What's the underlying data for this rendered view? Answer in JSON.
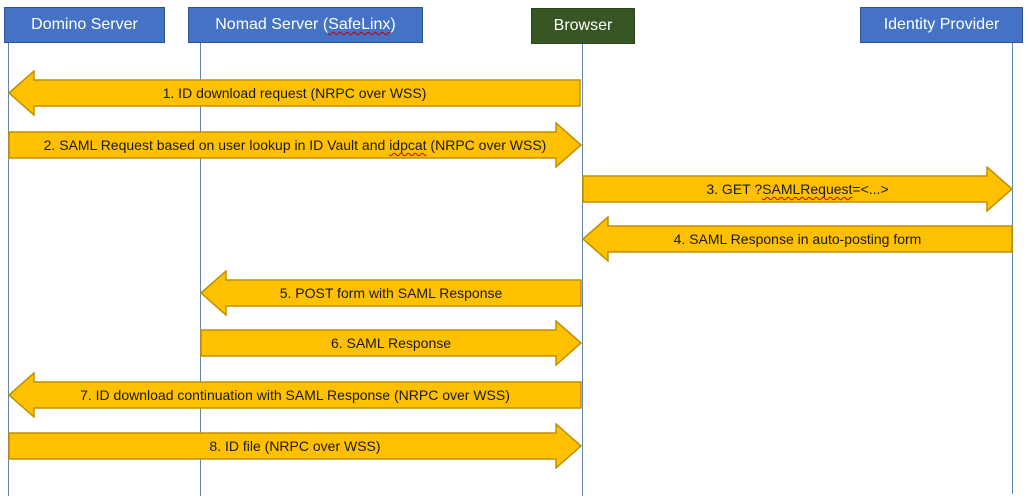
{
  "diagram": {
    "type": "sequence-diagram",
    "actors": [
      {
        "name": "Domino Server"
      },
      {
        "name_prefix": "Nomad Server (",
        "misspelled": "SafeLinx",
        "name_suffix": ")"
      },
      {
        "name": "Browser"
      },
      {
        "name": "Identity Provider"
      }
    ],
    "messages": [
      {
        "label": "1. ID download request (NRPC over WSS)",
        "from": "Browser",
        "to": "Domino Server",
        "direction": "left"
      },
      {
        "label_prefix": "2. SAML Request based on user lookup in ID Vault and ",
        "misspelled": "idpcat",
        "label_suffix": " (NRPC over WSS)",
        "from": "Domino Server",
        "to": "Browser",
        "direction": "right"
      },
      {
        "label_prefix": "3. GET ?",
        "misspelled": "SAMLRequest",
        "label_suffix": "=<...>",
        "from": "Browser",
        "to": "Identity Provider",
        "direction": "right"
      },
      {
        "label": "4. SAML Response in auto-posting form",
        "from": "Identity Provider",
        "to": "Browser",
        "direction": "left"
      },
      {
        "label": "5. POST form with SAML Response",
        "from": "Browser",
        "to": "Nomad Server (SafeLinx)",
        "direction": "left"
      },
      {
        "label": "6. SAML Response",
        "from": "Nomad Server (SafeLinx)",
        "to": "Browser",
        "direction": "right"
      },
      {
        "label": "7. ID download continuation with SAML Response (NRPC over WSS)",
        "from": "Browser",
        "to": "Domino Server",
        "direction": "left"
      },
      {
        "label": "8. ID file (NRPC over WSS)",
        "from": "Domino Server",
        "to": "Browser",
        "direction": "right"
      }
    ],
    "colors": {
      "actor_blue_fill": "#4472C4",
      "actor_blue_border": "#2F528F",
      "actor_green_fill": "#375623",
      "actor_green_border": "#2B431B",
      "arrow_fill": "#FFC000",
      "arrow_border": "#BF9000",
      "lifeline": "#5E87B0",
      "spellcheck_underline": "#C00000",
      "actor_text": "#FFFFFF",
      "message_text": "#1A1A1A"
    }
  }
}
